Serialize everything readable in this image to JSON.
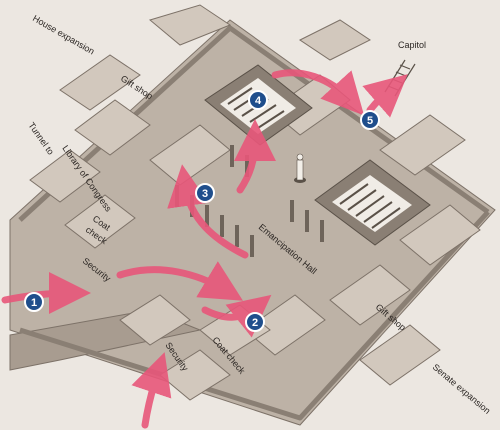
{
  "colors": {
    "background": "#ece7e1",
    "wall_top": "#d2c8bd",
    "wall_side": "#8a7f74",
    "floor": "#bdb2a6",
    "floor_dark": "#a89c90",
    "path": "#e8577a",
    "marker_fill": "#1f4e8c",
    "marker_stroke": "#ffffff",
    "text": "#2b2623"
  },
  "labels": {
    "house_expansion": "House expansion",
    "capitol": "Capitol",
    "gift_shop_top": "Gift shop",
    "tunnel_line1": "Tunnel to",
    "tunnel_line2": "Library of Congress",
    "coat_check_left_line1": "Coat",
    "coat_check_left_line2": "check",
    "security_left": "Security",
    "emancipation_hall": "Emancipation Hall",
    "gift_shop_right": "Gift shop",
    "security_bottom": "Security",
    "coat_check_bottom": "Coat check",
    "senate_expansion": "Senate expansion"
  },
  "route_markers": [
    {
      "number": "1",
      "icon": "circle-number-marker"
    },
    {
      "number": "2",
      "icon": "circle-number-marker"
    },
    {
      "number": "3",
      "icon": "circle-number-marker"
    },
    {
      "number": "4",
      "icon": "circle-number-marker"
    },
    {
      "number": "5",
      "icon": "circle-number-marker"
    }
  ]
}
